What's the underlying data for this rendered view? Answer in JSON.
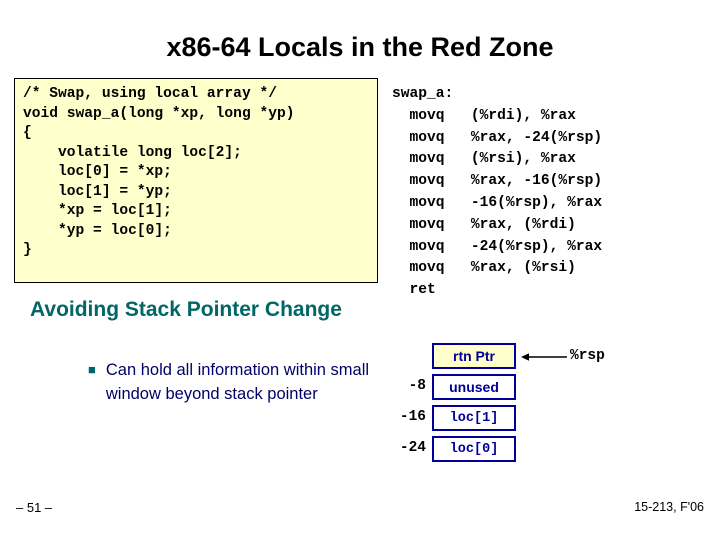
{
  "slide": {
    "title": "x86-64 Locals in the Red Zone",
    "code": "/* Swap, using local array */\nvoid swap_a(long *xp, long *yp)\n{\n    volatile long loc[2];\n    loc[0] = *xp;\n    loc[1] = *yp;\n    *xp = loc[1];\n    *yp = loc[0];\n}",
    "asm": "swap_a:\n  movq   (%rdi), %rax\n  movq   %rax, -24(%rsp)\n  movq   (%rsi), %rax\n  movq   %rax, -16(%rsp)\n  movq   -16(%rsp), %rax\n  movq   %rax, (%rdi)\n  movq   -24(%rsp), %rax\n  movq   %rax, (%rsi)\n  ret",
    "subheading": "Avoiding Stack Pointer Change",
    "bullet": {
      "marker": "■",
      "text": "Can hold all information within small window beyond stack pointer"
    },
    "stack": {
      "rows": [
        {
          "offset": "",
          "label": "rtn Ptr"
        },
        {
          "offset": "-8",
          "label": "unused"
        },
        {
          "offset": "-16",
          "label": "loc[1]"
        },
        {
          "offset": "-24",
          "label": "loc[0]"
        }
      ],
      "pointer_label": "%rsp"
    },
    "footer": {
      "page": "– 51 –",
      "course": "15-213, F'06"
    },
    "colors": {
      "code_bg": "#ffffcc",
      "heading": "#006666",
      "bullet_text": "#000066",
      "stack_border": "#000099"
    }
  }
}
